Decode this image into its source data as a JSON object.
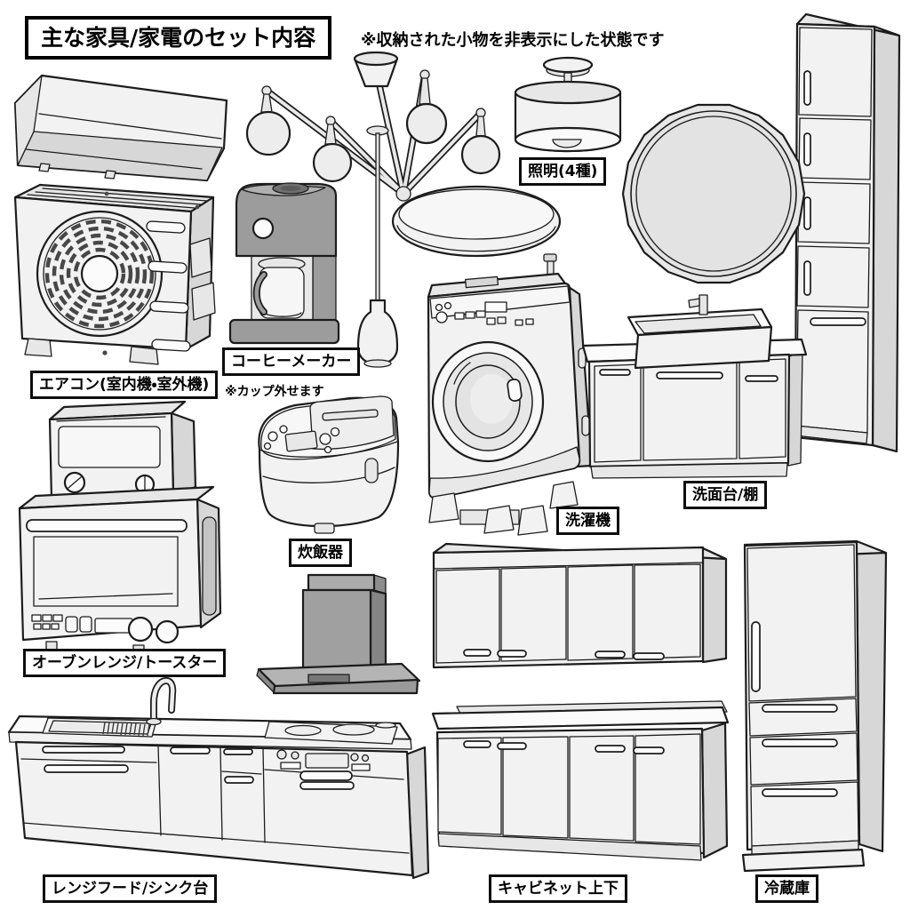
{
  "header": {
    "title": "主な家具/家電のセット内容",
    "note": "※収納された小物を非表示にした状態です"
  },
  "labels": {
    "lighting": "照明(4種)",
    "air_conditioner": "エアコン(室内機・室外機)",
    "coffee_maker": "コーヒーメーカー",
    "coffee_maker_note": "※カップ外せます",
    "washing_machine": "洗濯機",
    "washbasin_shelf": "洗面台/棚",
    "rice_cooker": "炊飯器",
    "oven_toaster": "オーブンレンジ/トースター",
    "range_hood_sink": "レンジフード/シンク台",
    "cabinets": "キャビネット上下",
    "refrigerator": "冷蔵庫"
  },
  "palette": {
    "outline": "#1c1c1c",
    "fill_light": "#f2f2f2",
    "fill_shade": "#d7d7d7",
    "fill_dark": "#9c9c9c",
    "background": "#ffffff"
  }
}
